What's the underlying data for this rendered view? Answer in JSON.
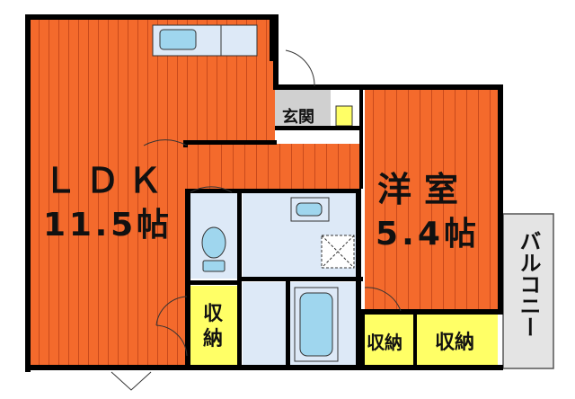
{
  "floor_plan": {
    "rooms": {
      "ldk": {
        "name": "ＬＤＫ",
        "size": "11.5帖"
      },
      "western": {
        "name": "洋室",
        "size": "5.4帖"
      },
      "entrance": {
        "name": "玄関"
      },
      "storage_1": {
        "label_line1": "収",
        "label_line2": "納"
      },
      "storage_2": {
        "label": "収納"
      },
      "storage_3": {
        "label": "収納"
      },
      "balcony": {
        "label": "バルコニー"
      }
    },
    "colors": {
      "room_floor": "#f46a2c",
      "wood_stripe": "#c94a1c",
      "wet_area": "#dde9f7",
      "fixture_blue": "#9fd6ee",
      "storage": "#ffff66",
      "balcony": "#e4e4e4",
      "wall": "#000000",
      "entrance_floor": "#d0d0d0"
    }
  }
}
